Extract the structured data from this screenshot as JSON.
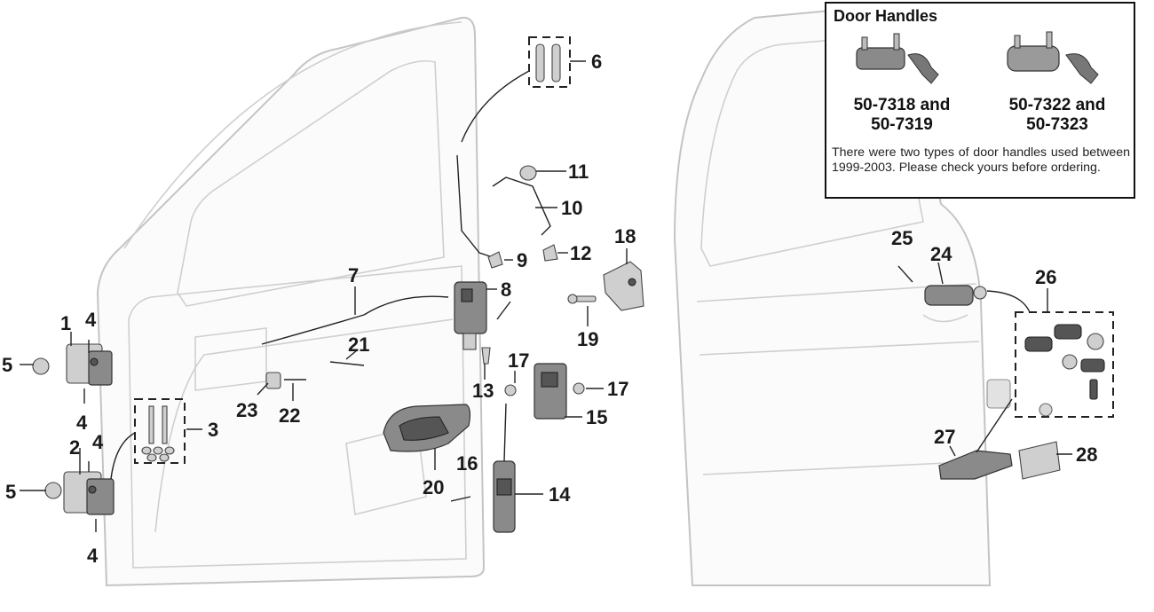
{
  "diagram": {
    "callouts": [
      {
        "id": "c1",
        "text": "1"
      },
      {
        "id": "c2",
        "text": "2"
      },
      {
        "id": "c3",
        "text": "3"
      },
      {
        "id": "c4a",
        "text": "4"
      },
      {
        "id": "c4b",
        "text": "4"
      },
      {
        "id": "c4c",
        "text": "4"
      },
      {
        "id": "c4d",
        "text": "4"
      },
      {
        "id": "c5a",
        "text": "5"
      },
      {
        "id": "c5b",
        "text": "5"
      },
      {
        "id": "c6",
        "text": "6"
      },
      {
        "id": "c7",
        "text": "7"
      },
      {
        "id": "c8",
        "text": "8"
      },
      {
        "id": "c9",
        "text": "9"
      },
      {
        "id": "c10",
        "text": "10"
      },
      {
        "id": "c11",
        "text": "11"
      },
      {
        "id": "c12",
        "text": "12"
      },
      {
        "id": "c13",
        "text": "13"
      },
      {
        "id": "c14",
        "text": "14"
      },
      {
        "id": "c15",
        "text": "15"
      },
      {
        "id": "c16",
        "text": "16"
      },
      {
        "id": "c17a",
        "text": "17"
      },
      {
        "id": "c17b",
        "text": "17"
      },
      {
        "id": "c18",
        "text": "18"
      },
      {
        "id": "c19",
        "text": "19"
      },
      {
        "id": "c20",
        "text": "20"
      },
      {
        "id": "c21",
        "text": "21"
      },
      {
        "id": "c22",
        "text": "22"
      },
      {
        "id": "c23",
        "text": "23"
      },
      {
        "id": "c24",
        "text": "24"
      },
      {
        "id": "c25",
        "text": "25"
      },
      {
        "id": "c26",
        "text": "26"
      },
      {
        "id": "c27",
        "text": "27"
      },
      {
        "id": "c28",
        "text": "28"
      }
    ]
  },
  "door_handles": {
    "title": "Door Handles",
    "handle_a": {
      "line1": "50-7318 and",
      "line2": "50-7319"
    },
    "handle_b": {
      "line1": "50-7322 and",
      "line2": "50-7323"
    },
    "note": "There were two types of door handles used between 1999-2003. Please check yours before ordering."
  }
}
